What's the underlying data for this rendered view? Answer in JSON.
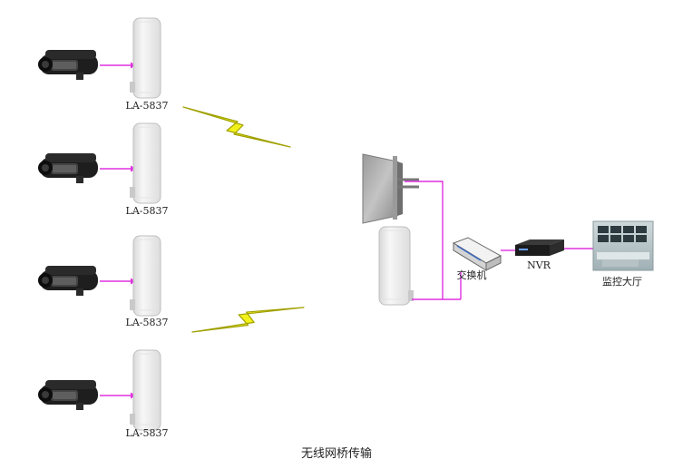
{
  "remote_sites": [
    {
      "label": "LA-5837"
    },
    {
      "label": "LA-5837"
    },
    {
      "label": "LA-5837"
    },
    {
      "label": "LA-5837"
    }
  ],
  "switch_label": "交换机",
  "nvr_label": "NVR",
  "monitor_label": "监控大厅",
  "caption": "无线网桥传输",
  "colors": {
    "link": "#e030e0",
    "lightning": "#f2f21a",
    "lightning_outline": "#a0a000",
    "device": "#eeeeee"
  },
  "icons": [
    "camera-icon",
    "bridge-icon",
    "lightning-icon",
    "panel-antenna-icon",
    "switch-icon",
    "nvr-icon",
    "monitor-room-icon"
  ]
}
